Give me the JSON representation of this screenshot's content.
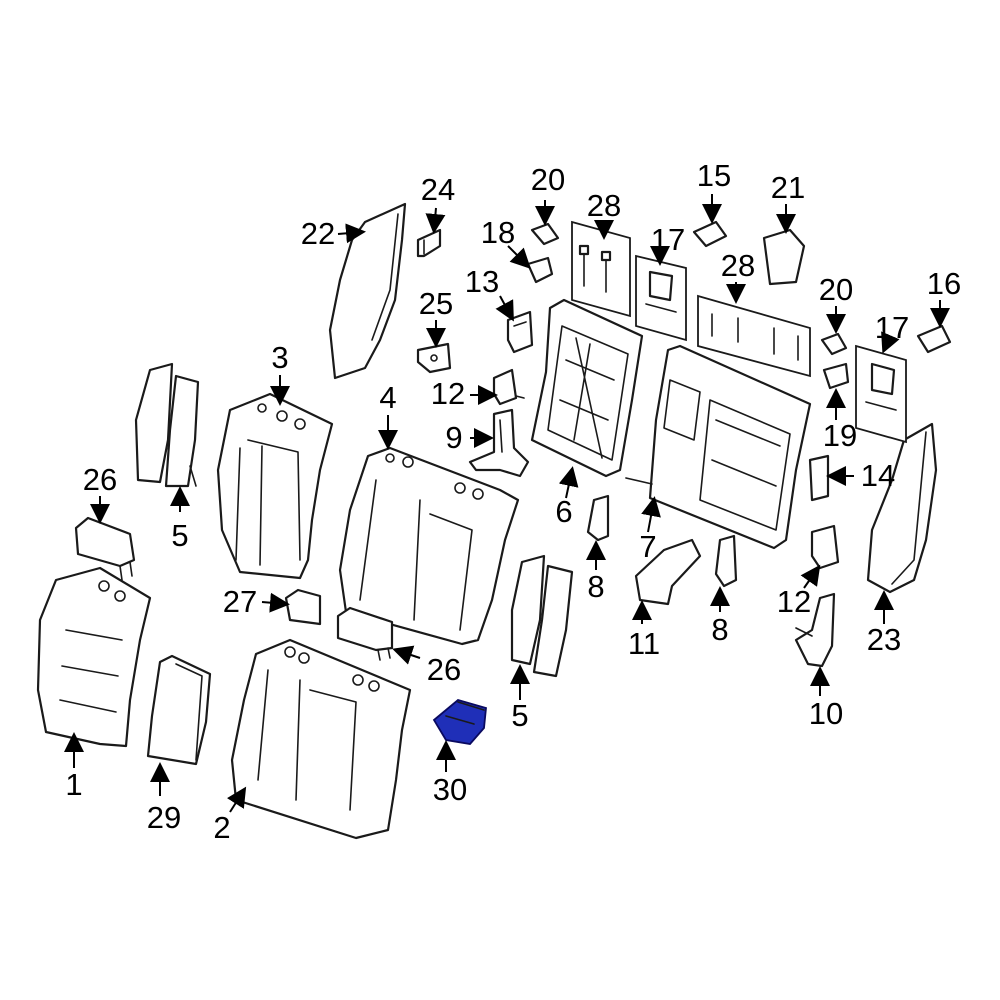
{
  "diagram": {
    "highlight_color": "#1f2fb8",
    "line_color": "#1a1a1a",
    "callouts": {
      "c1": "1",
      "c2": "2",
      "c3": "3",
      "c4": "4",
      "c5a": "5",
      "c5b": "5",
      "c6": "6",
      "c7": "7",
      "c8a": "8",
      "c8b": "8",
      "c9": "9",
      "c10": "10",
      "c11": "11",
      "c12a": "12",
      "c12b": "12",
      "c13": "13",
      "c14": "14",
      "c15": "15",
      "c16": "16",
      "c17a": "17",
      "c17b": "17",
      "c18": "18",
      "c19": "19",
      "c20a": "20",
      "c20b": "20",
      "c21": "21",
      "c22": "22",
      "c23": "23",
      "c24": "24",
      "c25": "25",
      "c26a": "26",
      "c26b": "26",
      "c27": "27",
      "c28a": "28",
      "c28b": "28",
      "c29": "29",
      "c30": "30"
    }
  }
}
